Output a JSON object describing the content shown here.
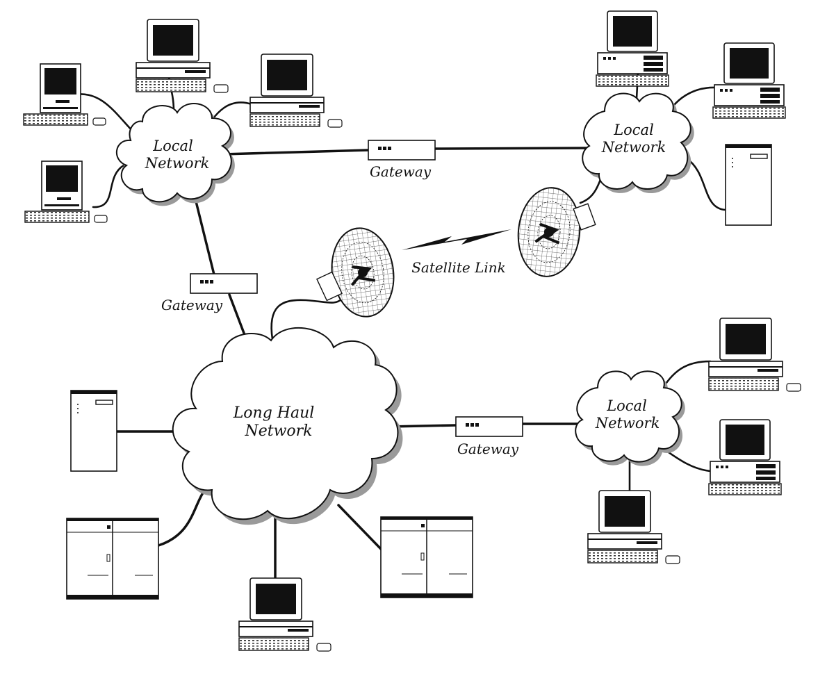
{
  "diagram": {
    "clouds": {
      "local_top_left": {
        "line1": "Local",
        "line2": "Network"
      },
      "local_top_right": {
        "line1": "Local",
        "line2": "Network"
      },
      "local_bottom_right": {
        "line1": "Local",
        "line2": "Network"
      },
      "long_haul": {
        "line1": "Long Haul",
        "line2": "Network"
      }
    },
    "gateways": {
      "top": "Gateway",
      "left": "Gateway",
      "right": "Gateway"
    },
    "satellite_link": "Satellite Link"
  }
}
